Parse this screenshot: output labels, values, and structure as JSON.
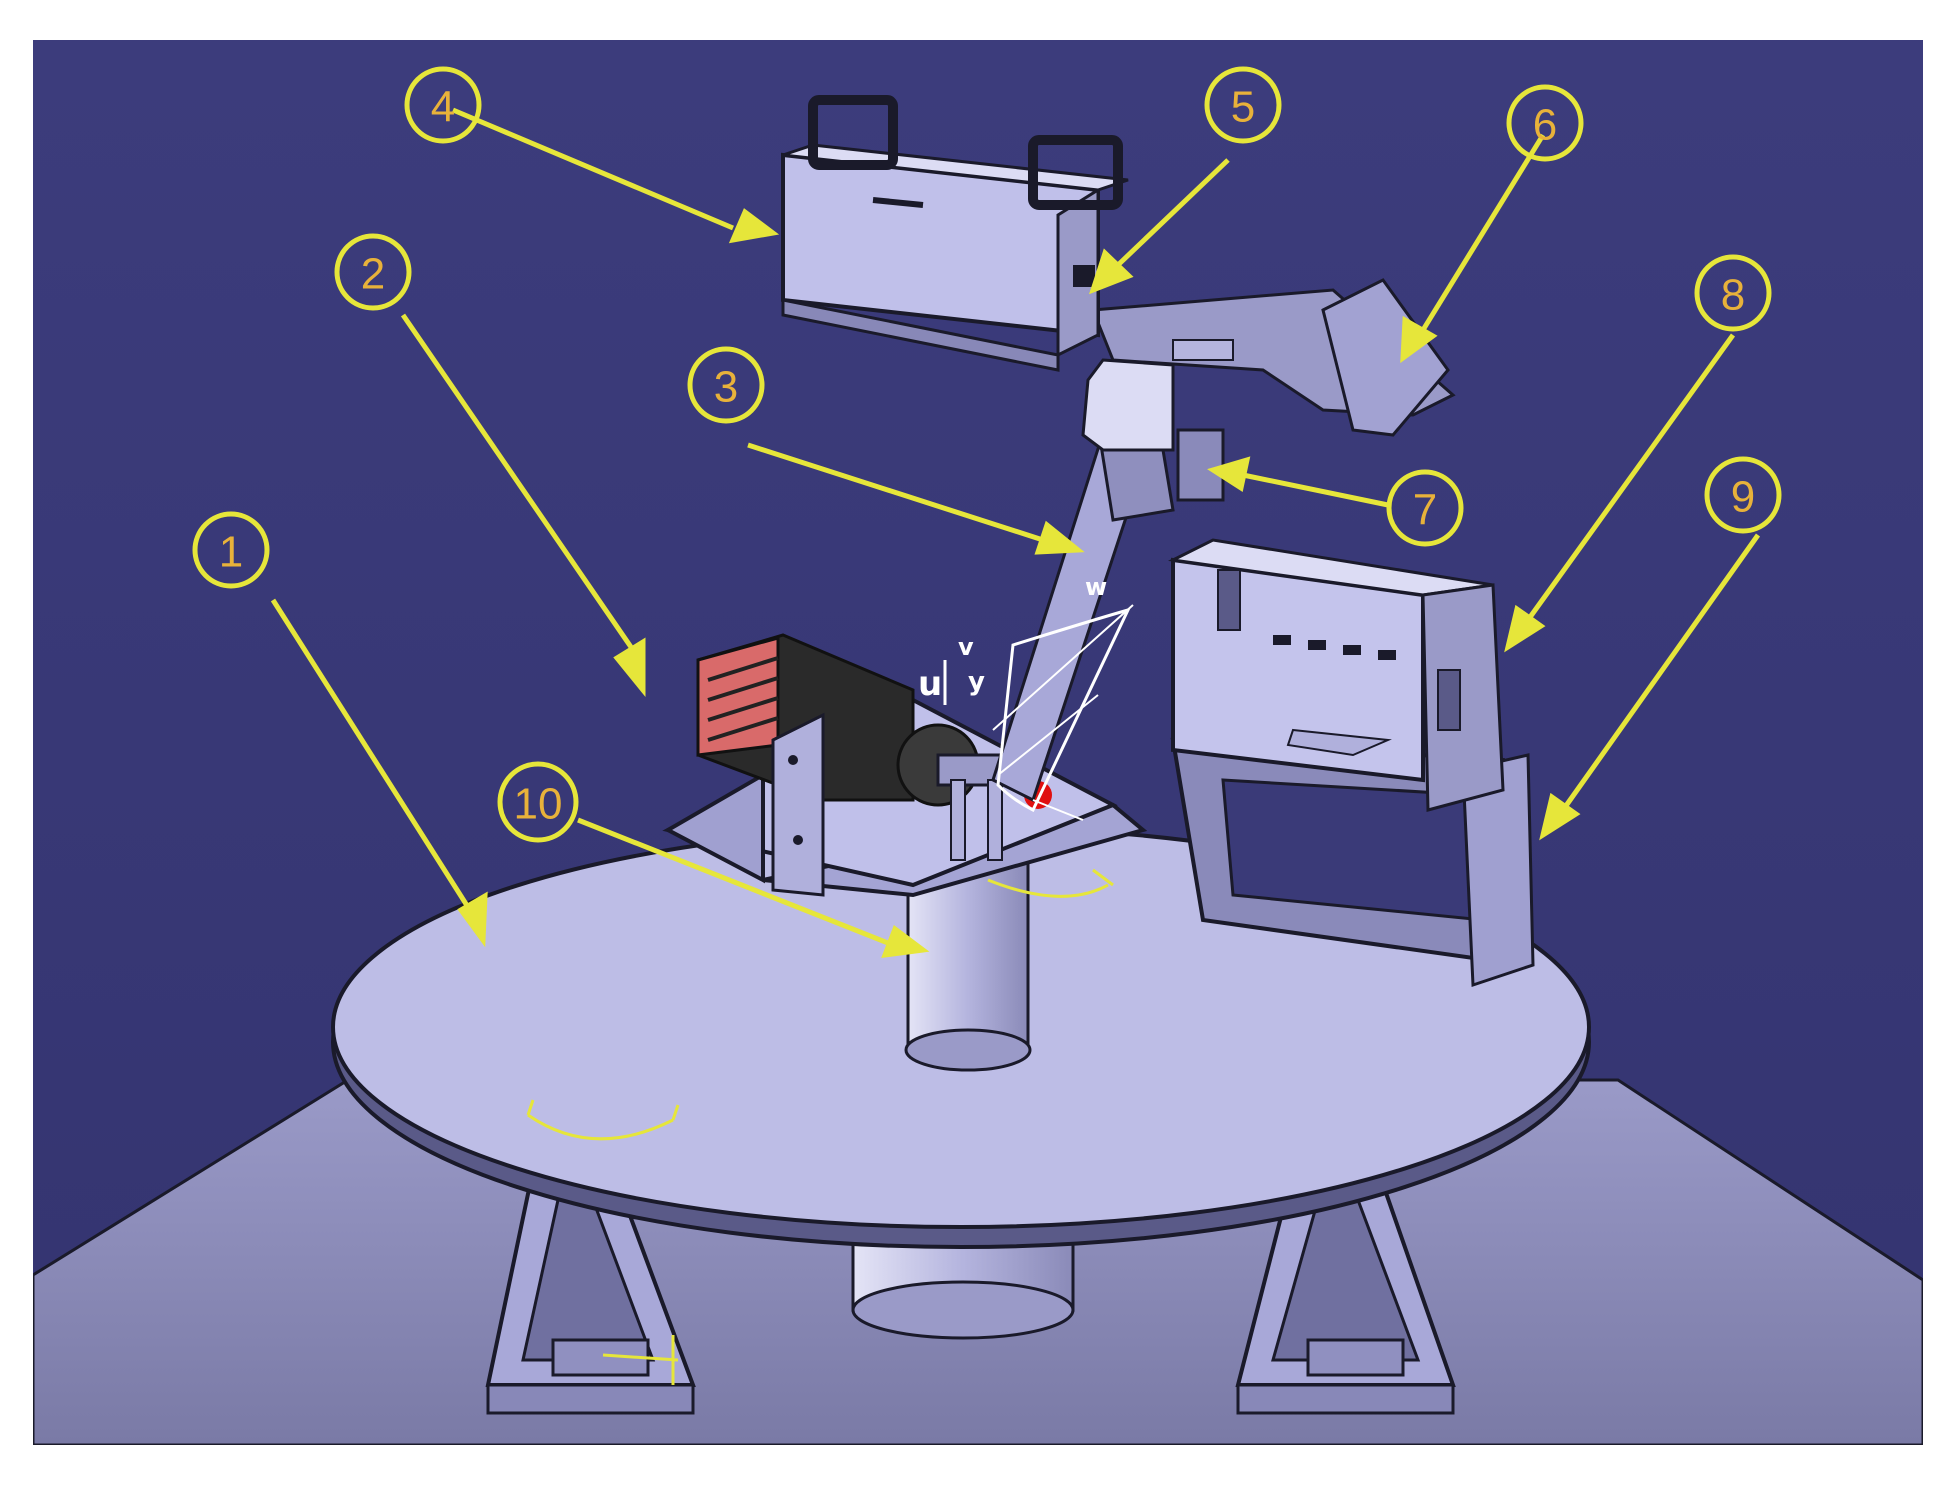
{
  "figure": {
    "callouts": [
      {
        "label": "1"
      },
      {
        "label": "2"
      },
      {
        "label": "3"
      },
      {
        "label": "4"
      },
      {
        "label": "5"
      },
      {
        "label": "6"
      },
      {
        "label": "7"
      },
      {
        "label": "8"
      },
      {
        "label": "9"
      },
      {
        "label": "10"
      }
    ],
    "axis_labels": {
      "u": "u",
      "v": "v",
      "y": "y",
      "w": "w"
    },
    "colors": {
      "background": "#3a3a78",
      "part": "#b9b9e6",
      "part_dark": "#8080ad",
      "outline": "#1a1a2a",
      "callout": "#e6e63a",
      "callout_text": "#e8b23a",
      "motor_fin": "#d96a6a",
      "marker": "#e01010"
    }
  }
}
